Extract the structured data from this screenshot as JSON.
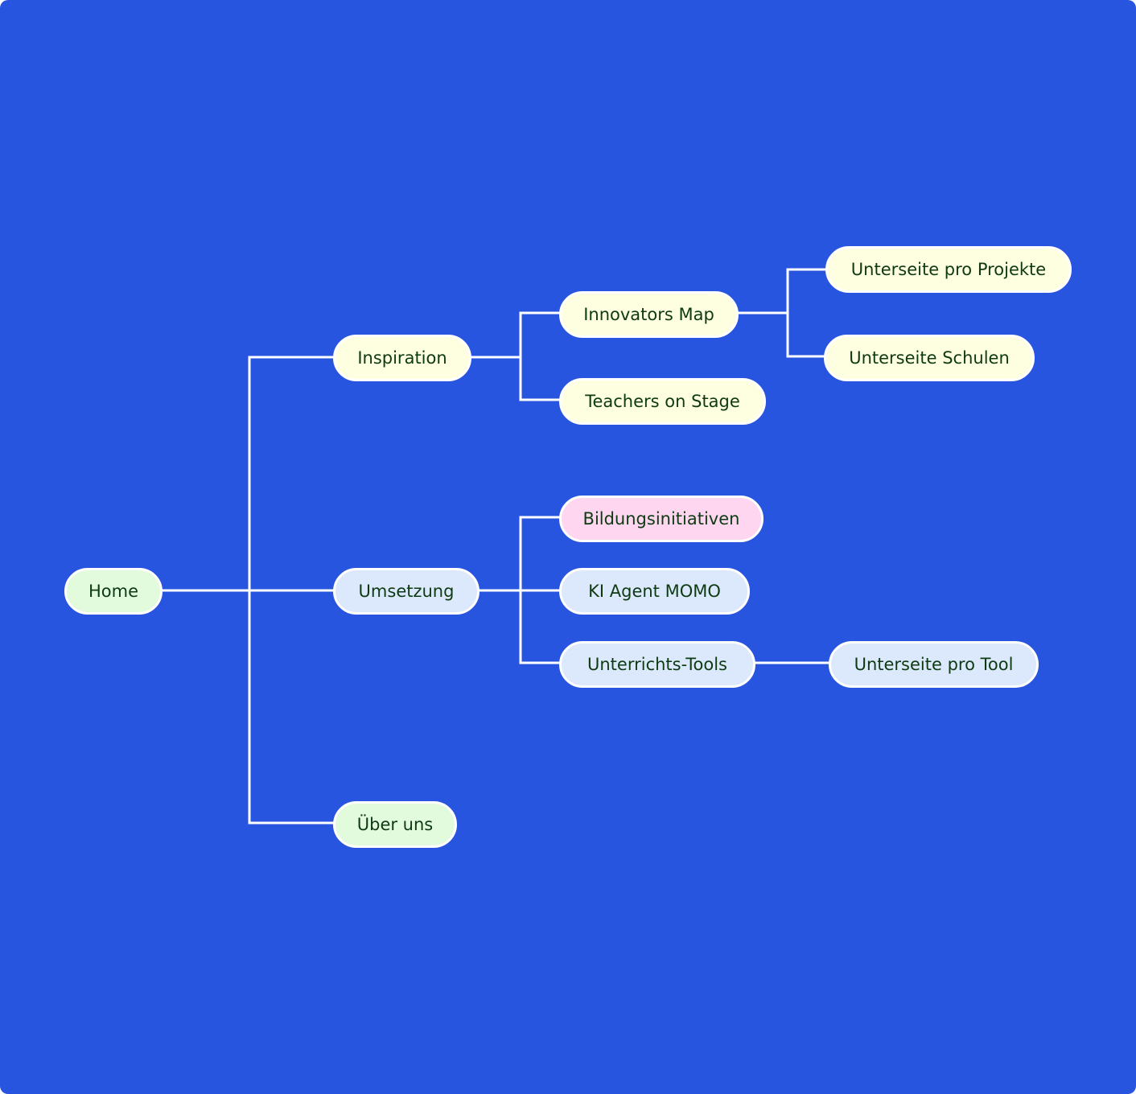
{
  "diagram": {
    "type": "sitemap-tree",
    "background_color": "#2855DF",
    "line_color": "#FFFFFF",
    "text_color": "#0E3A12",
    "node_colors": {
      "green": "#E2FBDD",
      "yellow": "#FEFEE0",
      "blue": "#DCE9FD",
      "pink": "#FFD6EF"
    },
    "nodes": {
      "home": {
        "label": "Home",
        "color": "green"
      },
      "inspiration": {
        "label": "Inspiration",
        "color": "yellow",
        "parent": "home"
      },
      "umsetzung": {
        "label": "Umsetzung",
        "color": "blue",
        "parent": "home"
      },
      "ueber_uns": {
        "label": "Über uns",
        "color": "green",
        "parent": "home"
      },
      "innovators_map": {
        "label": "Innovators Map",
        "color": "yellow",
        "parent": "inspiration"
      },
      "teachers_on_stage": {
        "label": "Teachers on Stage",
        "color": "yellow",
        "parent": "inspiration"
      },
      "unterseite_projekte": {
        "label": "Unterseite pro Projekte",
        "color": "yellow",
        "parent": "innovators_map"
      },
      "unterseite_schulen": {
        "label": "Unterseite Schulen",
        "color": "yellow",
        "parent": "innovators_map"
      },
      "bildungsinitiativen": {
        "label": "Bildungsinitiativen",
        "color": "pink",
        "parent": "umsetzung"
      },
      "ki_agent_momo": {
        "label": "KI Agent MOMO",
        "color": "blue",
        "parent": "umsetzung"
      },
      "unterrichts_tools": {
        "label": "Unterrichts-Tools",
        "color": "blue",
        "parent": "umsetzung"
      },
      "unterseite_tool": {
        "label": "Unterseite pro Tool",
        "color": "blue",
        "parent": "unterrichts_tools"
      }
    }
  }
}
